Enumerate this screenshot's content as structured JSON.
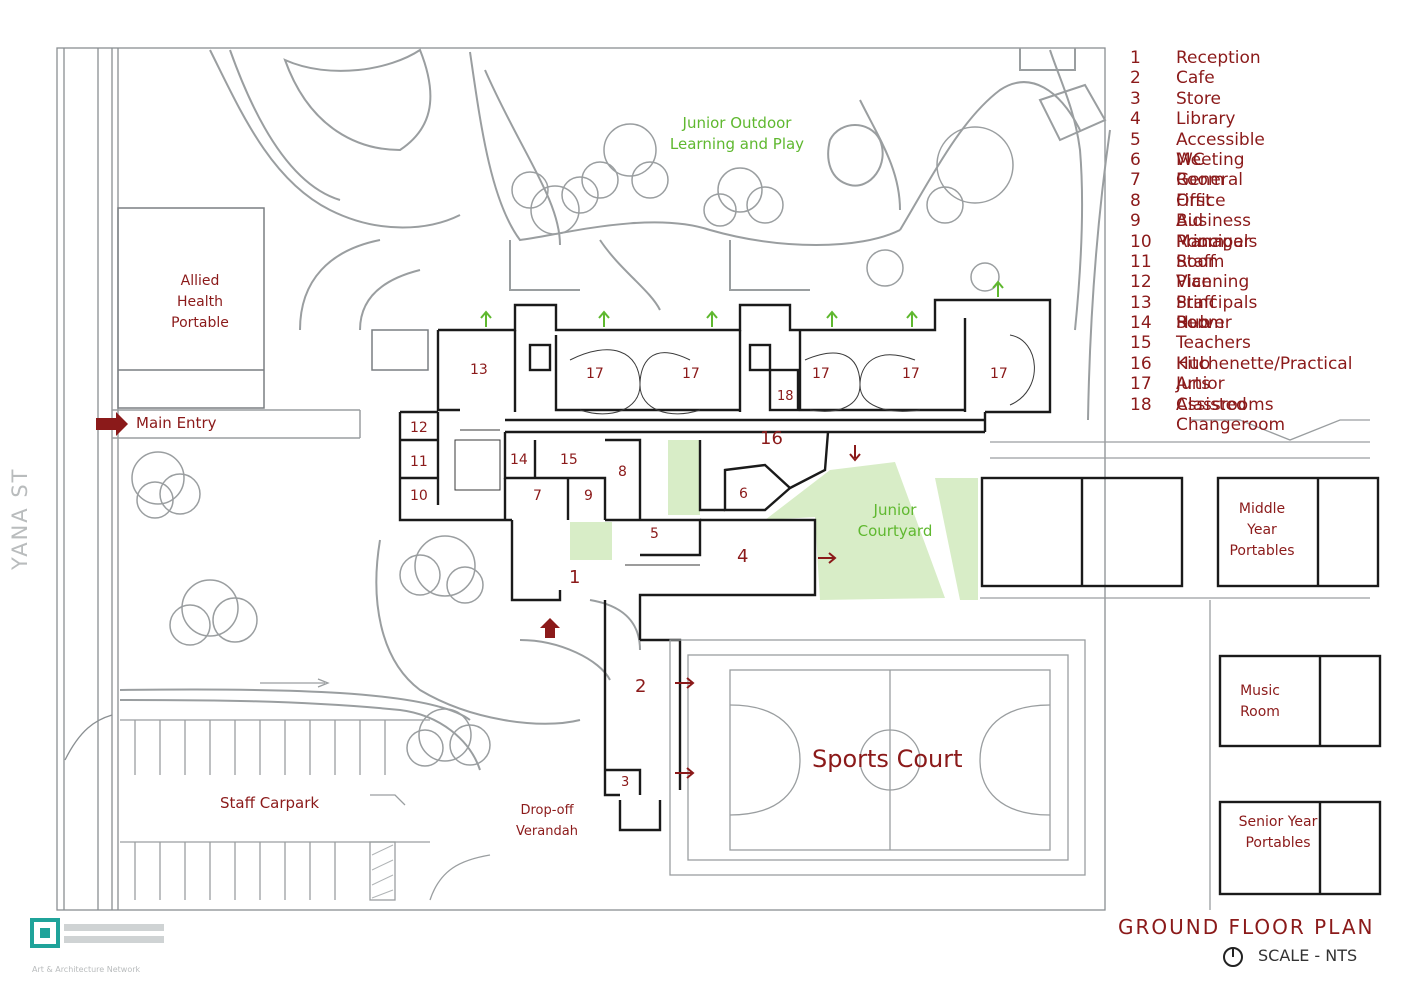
{
  "legend": [
    {
      "num": "1",
      "label": "Reception"
    },
    {
      "num": "2",
      "label": "Cafe"
    },
    {
      "num": "3",
      "label": "Store"
    },
    {
      "num": "4",
      "label": "Library"
    },
    {
      "num": "5",
      "label": "Accessible WC"
    },
    {
      "num": "6",
      "label": "Meeting Room"
    },
    {
      "num": "7",
      "label": "General Office"
    },
    {
      "num": "8",
      "label": "First Aid Room"
    },
    {
      "num": "9",
      "label": "Business Manager"
    },
    {
      "num": "10",
      "label": "Principals Room"
    },
    {
      "num": "11",
      "label": "Staff Planning"
    },
    {
      "num": "12",
      "label": "Vice Principals Room"
    },
    {
      "num": "13",
      "label": "Staff Hub"
    },
    {
      "num": "14",
      "label": "Server"
    },
    {
      "num": "15",
      "label": "Teachers Hub"
    },
    {
      "num": "16",
      "label": "Kitchenette/Practical Arts"
    },
    {
      "num": "17",
      "label": "Junior Classrooms"
    },
    {
      "num": "18",
      "label": "Assisted Changeroom"
    }
  ],
  "street": "YANA ST",
  "areas": {
    "junior_outdoor": "Junior Outdoor\nLearning and Play",
    "allied_health": "Allied\nHealth\nPortable",
    "main_entry": "Main Entry",
    "junior_courtyard": "Junior\nCourtyard",
    "middle_year": "Middle\nYear\nPortables",
    "music_room": "Music\nRoom",
    "senior_year": "Senior Year\nPortables",
    "sports_court": "Sports Court",
    "staff_carpark": "Staff Carpark",
    "dropoff": "Drop-off\nVerandah"
  },
  "rooms": [
    "13",
    "17",
    "17",
    "17",
    "17",
    "17",
    "18",
    "16",
    "12",
    "11",
    "10",
    "14",
    "15",
    "7",
    "9",
    "8",
    "6",
    "5",
    "1",
    "4",
    "2",
    "3"
  ],
  "title": "GROUND FLOOR PLAN",
  "scale": "SCALE - NTS",
  "logo_text": "ARCHITECTURE NETWORK",
  "colors": {
    "text_red": "#8b1a1a",
    "green": "#5fb82f",
    "line": "#7a7f82",
    "wall": "#1a1a1a",
    "green_fill": "#d8edc7"
  }
}
